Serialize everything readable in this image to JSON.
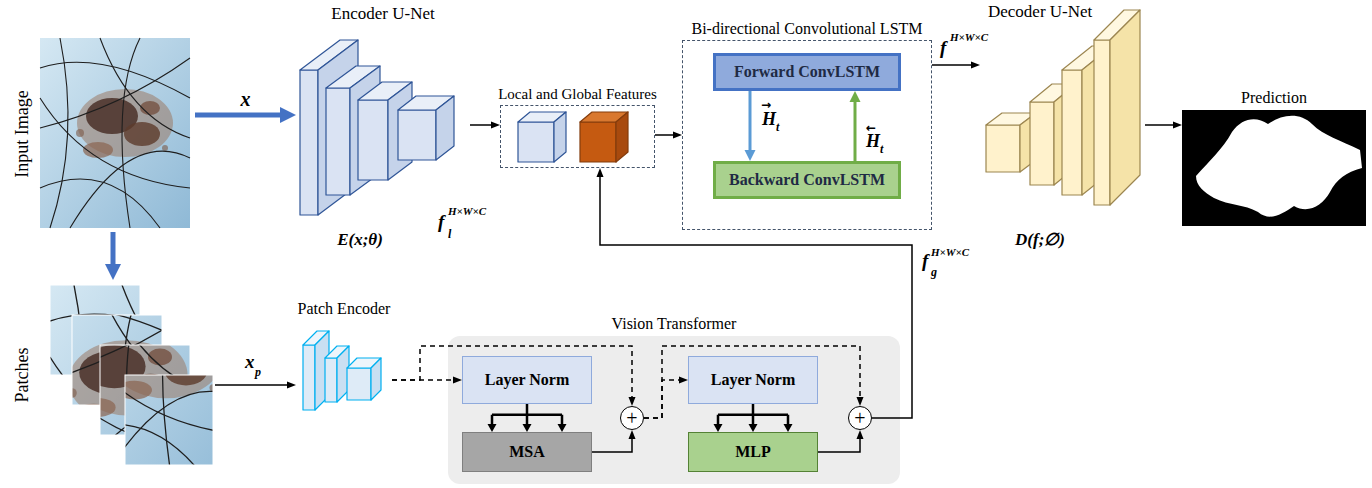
{
  "diagram": {
    "nodes": [
      {
        "text": [
          "Input Image"
        ]
      },
      {
        "text": [
          "Encoder U-Net",
          "E(x;θ)"
        ]
      },
      {
        "text": [
          "Local and Global Features"
        ]
      },
      {
        "text": [
          "Bi-directional Convolutional LSTM"
        ]
      },
      {
        "text": [
          "Forward ConvLSTM"
        ],
        "in": 3
      },
      {
        "text": [
          "Backward ConvLSTM"
        ],
        "in": 3
      },
      {
        "text": [
          "Decoder U-Net",
          "D(f;∅)"
        ]
      },
      {
        "text": [
          "Prediction"
        ]
      },
      {
        "text": [
          "Patches"
        ]
      },
      {
        "text": [
          "Patch Encoder"
        ]
      },
      {
        "text": [
          "Vision Transformer"
        ]
      },
      {
        "text": [
          "Layer Norm"
        ],
        "in": 10
      },
      {
        "text": [
          "MSA"
        ],
        "in": 10
      },
      {
        "text": [
          "+"
        ],
        "in": 10
      },
      {
        "text": [
          "Layer Norm"
        ],
        "in": 10
      },
      {
        "text": [
          "MLP"
        ],
        "in": 10
      },
      {
        "text": [
          "+"
        ],
        "in": 10
      }
    ],
    "edges": [
      {
        "from": 0,
        "to": 1,
        "arrow": "to",
        "label": "x"
      },
      {
        "from": 0,
        "to": 8,
        "arrow": "to"
      },
      {
        "from": 8,
        "to": 9,
        "arrow": "to"
      },
      {
        "from": 1,
        "to": 2,
        "arrow": "to"
      },
      {
        "from": 2,
        "to": 3,
        "arrow": "to"
      },
      {
        "from": 4,
        "to": 5,
        "arrow": "to"
      },
      {
        "from": 5,
        "to": 4,
        "arrow": "to"
      },
      {
        "from": 3,
        "to": 6,
        "arrow": "to"
      },
      {
        "from": 6,
        "to": 7,
        "arrow": "to"
      },
      {
        "from": 9,
        "to": 11,
        "arrow": "to"
      },
      {
        "from": 9,
        "to": 13,
        "arrow": "to"
      },
      {
        "from": 11,
        "to": 12,
        "arrow": "to"
      },
      {
        "from": 12,
        "to": 13,
        "arrow": "to"
      },
      {
        "from": 13,
        "to": 14,
        "arrow": "to"
      },
      {
        "from": 13,
        "to": 16,
        "arrow": "to"
      },
      {
        "from": 14,
        "to": 15,
        "arrow": "to"
      },
      {
        "from": 15,
        "to": 16,
        "arrow": "to"
      },
      {
        "from": 16,
        "to": 2,
        "arrow": "to"
      }
    ],
    "labels": [
      "f",
      "l",
      "H×W×C",
      "f",
      "H×W×C",
      "f",
      "g",
      "H×W×C",
      "x",
      "p",
      "→",
      "H",
      "t",
      "←",
      "H",
      "t"
    ]
  }
}
